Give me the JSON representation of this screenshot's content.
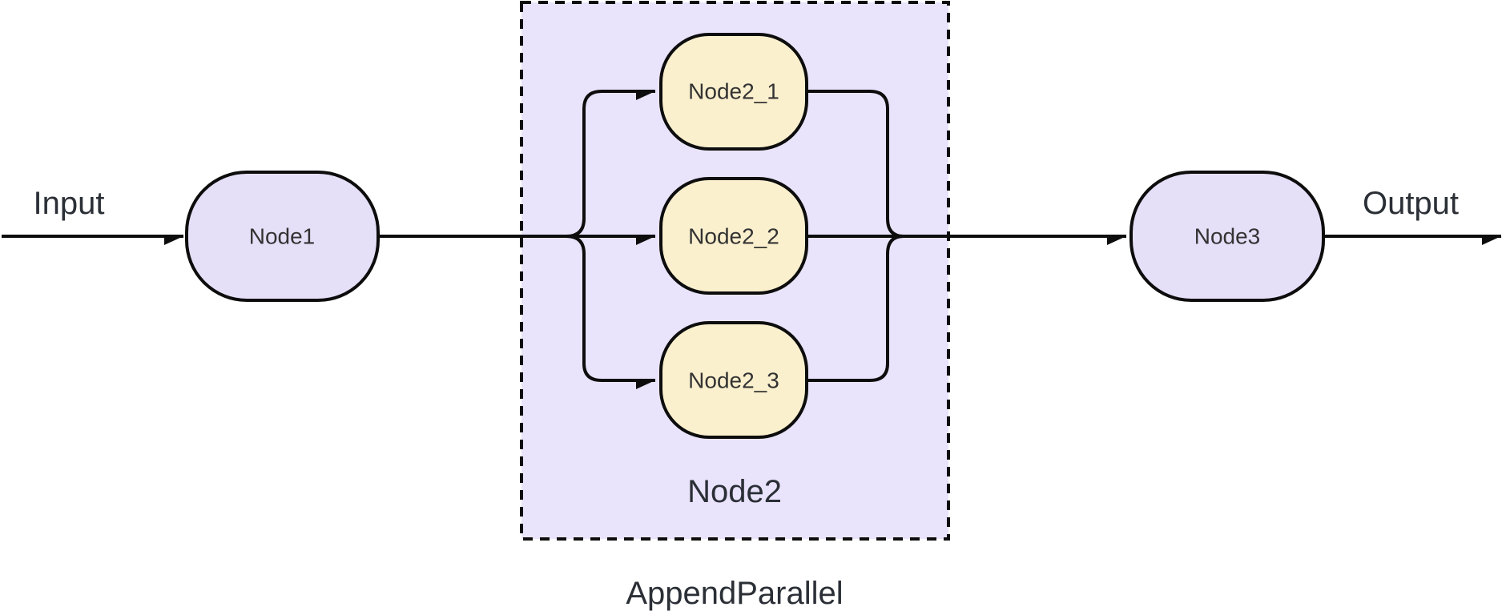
{
  "diagram": {
    "type": "flowchart",
    "direction": "left-to-right",
    "description": "Pipeline: Input -> Node1 -> parallel group Node2 (Node2_1, Node2_2, Node2_3) -> Node3 -> Output"
  },
  "labels": {
    "input": "Input",
    "output": "Output"
  },
  "nodes": {
    "node1": {
      "label": "Node1"
    },
    "node2_1": {
      "label": "Node2_1"
    },
    "node2_2": {
      "label": "Node2_2"
    },
    "node2_3": {
      "label": "Node2_3"
    },
    "node3": {
      "label": "Node3"
    }
  },
  "group": {
    "label": "Node2",
    "caption": "AppendParallel"
  },
  "colors": {
    "node_purple": "#e6dff8",
    "node_yellow": "#fbf0ce",
    "group_fill": "#e9e3fb",
    "stroke": "#0d0d0d",
    "node_text": "#333333",
    "label_text": "#2b2f36"
  }
}
